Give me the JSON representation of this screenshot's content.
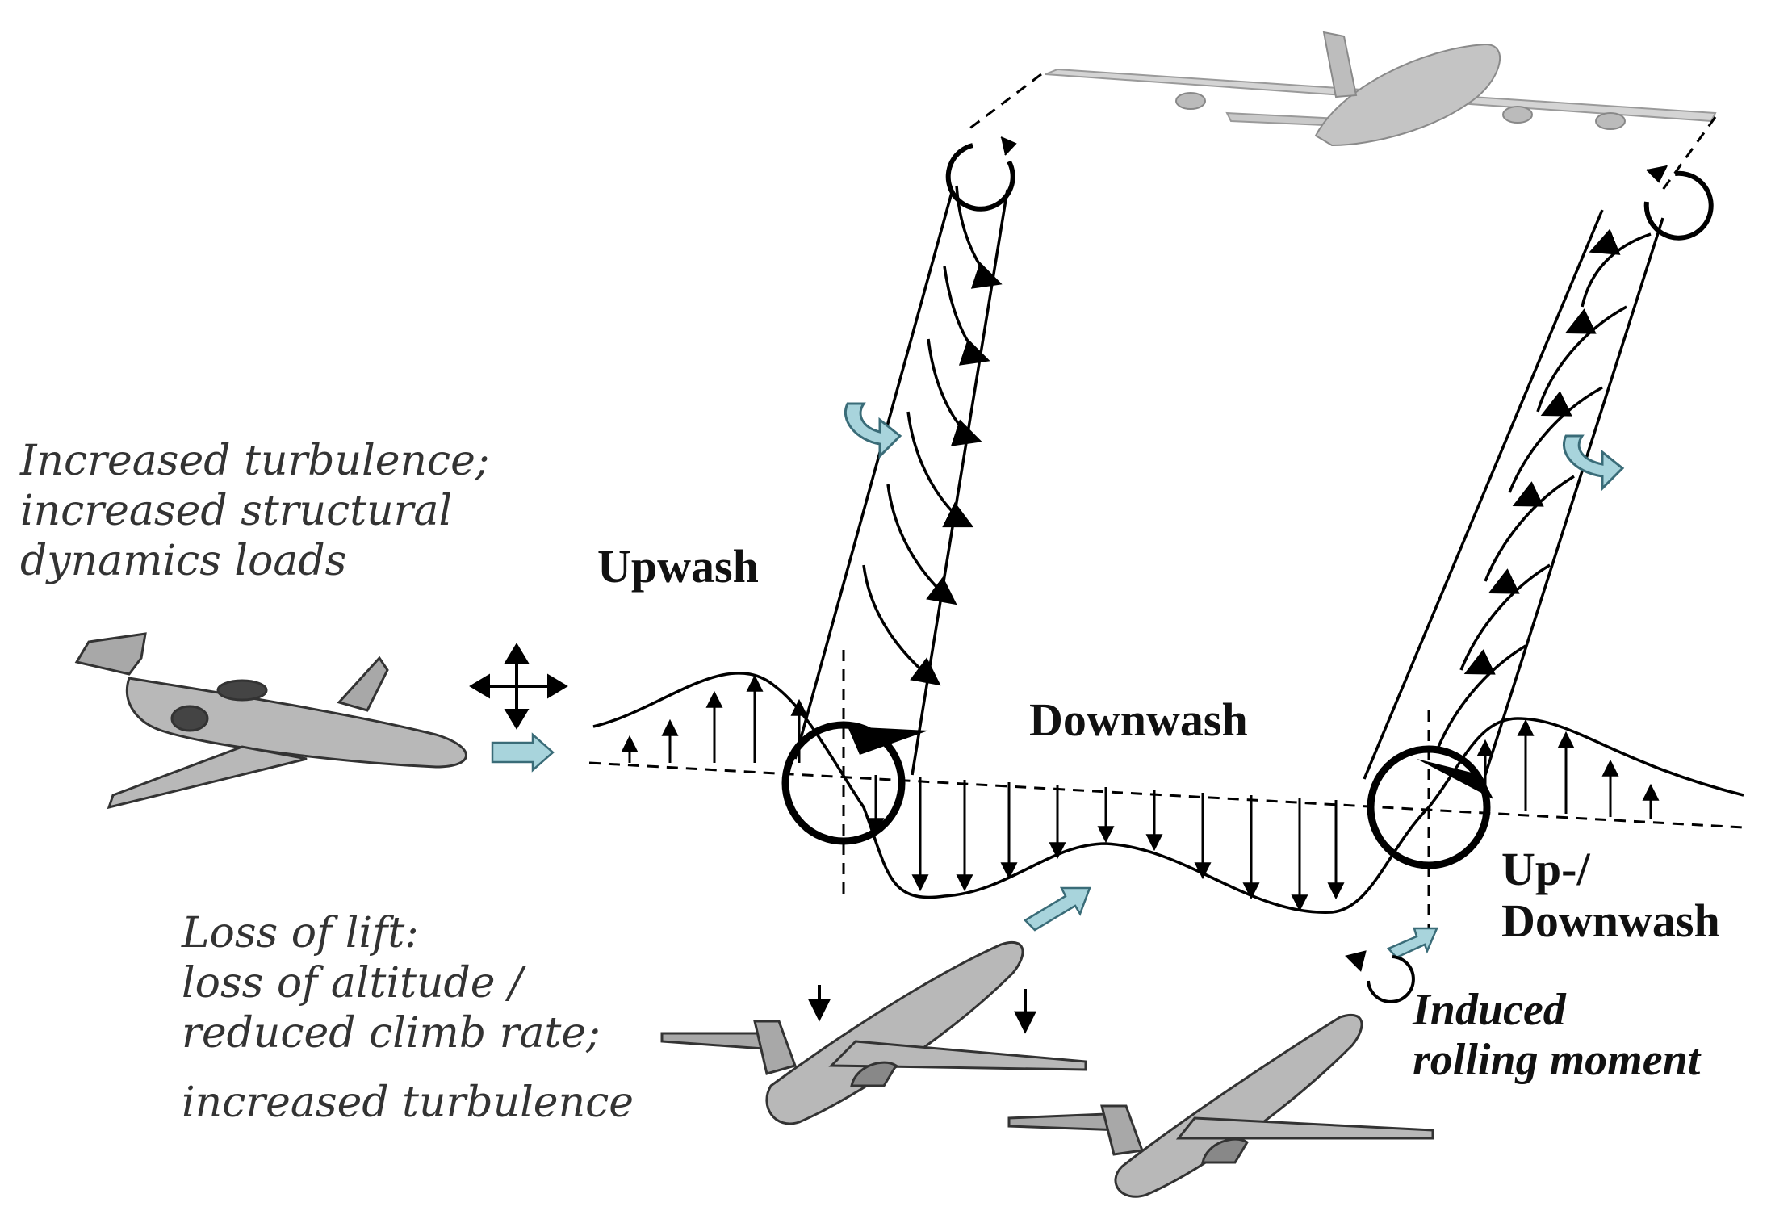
{
  "labels": {
    "left_effect": [
      "Increased turbulence;",
      "increased structural",
      "dynamics loads"
    ],
    "upwash": "Upwash",
    "downwash": "Downwash",
    "up_downwash": [
      "Up-/",
      "Downwash"
    ],
    "center_effect": [
      "Loss of lift:",
      "loss of altitude /",
      "reduced climb rate;",
      "increased turbulence"
    ],
    "right_effect": [
      "Induced",
      "rolling moment"
    ]
  },
  "icons": [
    "generator-aircraft-icon",
    "business-jet-icon",
    "airliner-icon",
    "move-arrows-icon",
    "wake-vortex-icon"
  ],
  "colors": {
    "line": "#000000",
    "aircraft_fill": "#b8b8b8",
    "generator_fill": "#d4d4d4",
    "flow_arrow": "#a8d4dc",
    "flow_arrow_stroke": "#3a6c78"
  }
}
